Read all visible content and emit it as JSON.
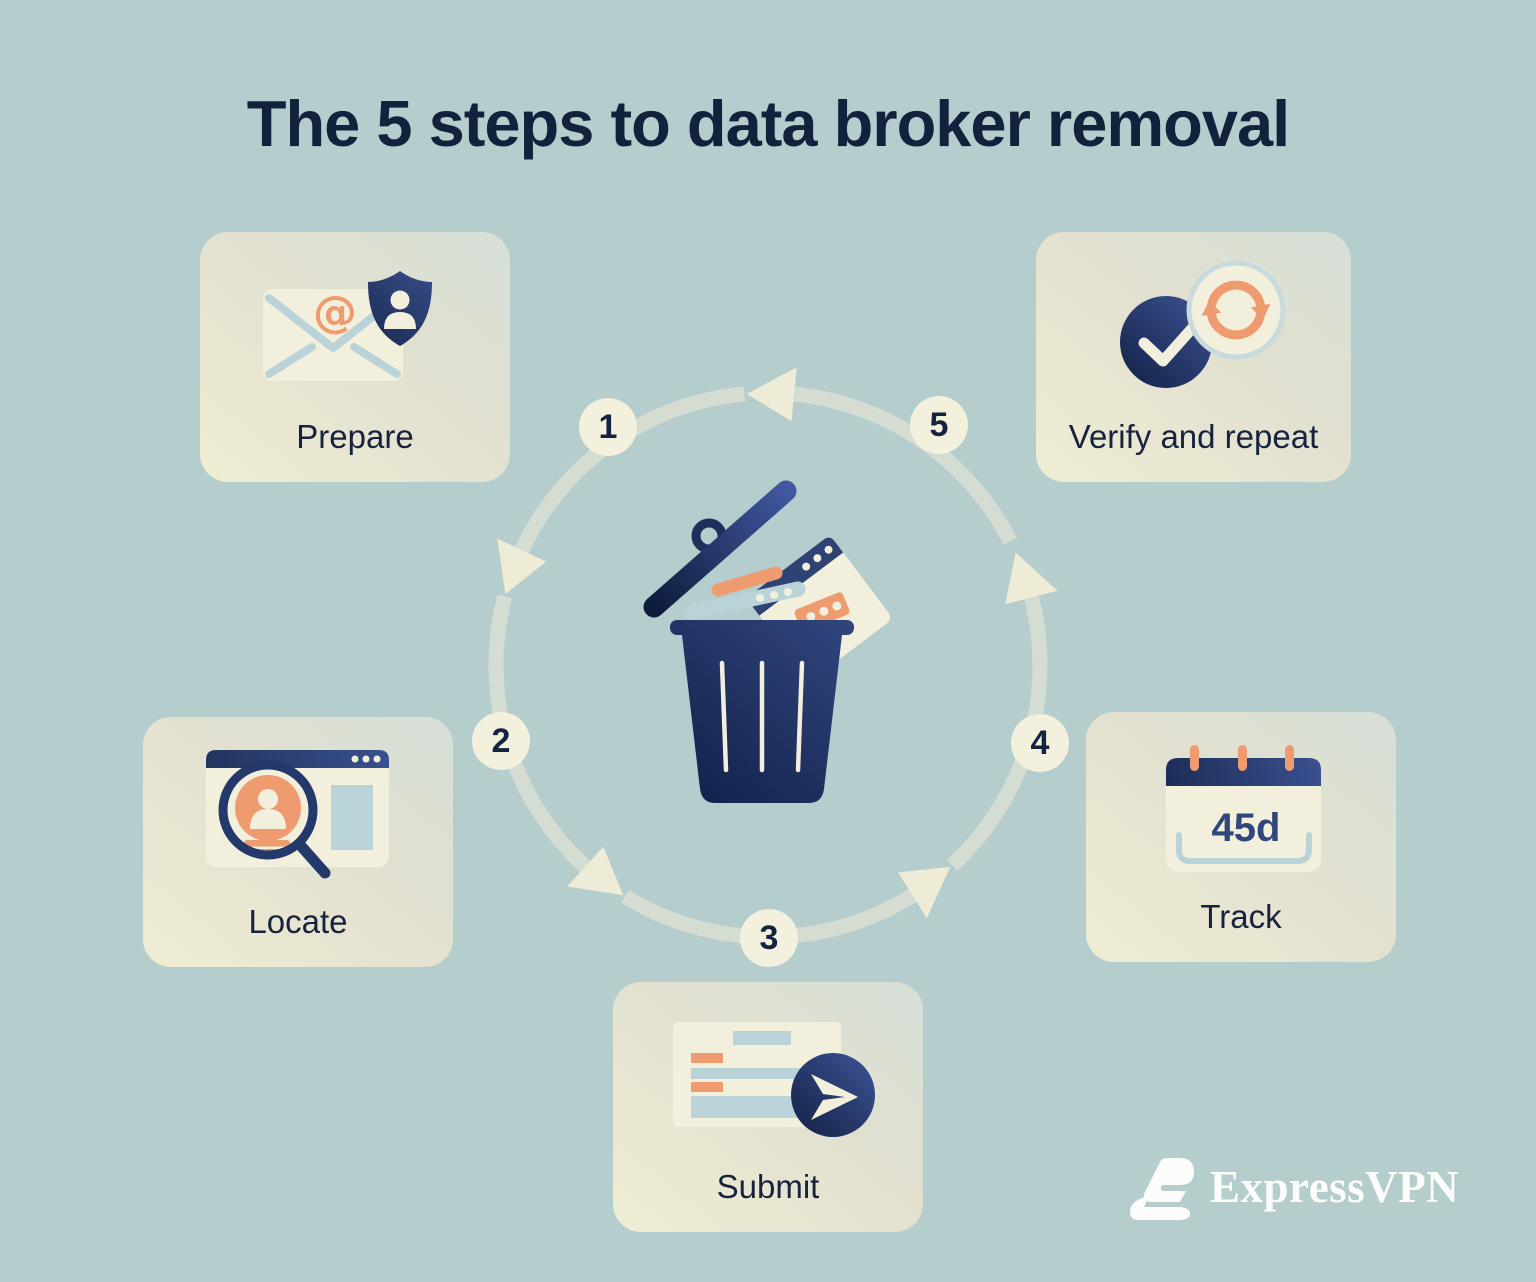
{
  "header": {
    "title": "The 5 steps to data broker removal"
  },
  "cycle": {
    "direction": "counterclockwise",
    "center_icon": "trash-can-discarded-data",
    "steps": [
      {
        "number": "1",
        "label": "Prepare",
        "icon": "envelope-privacy-shield"
      },
      {
        "number": "2",
        "label": "Locate",
        "icon": "browser-profile-search"
      },
      {
        "number": "3",
        "label": "Submit",
        "icon": "request-form-send"
      },
      {
        "number": "4",
        "label": "Track",
        "icon": "calendar-deadline",
        "calendar_value": "45d"
      },
      {
        "number": "5",
        "label": "Verify and repeat",
        "icon": "checkmark-refresh"
      }
    ]
  },
  "icons": {
    "at_symbol": "@"
  },
  "brand": {
    "name": "ExpressVPN"
  },
  "colors": {
    "background": "#b6cdce",
    "card_gradient_top_right": "#d6dfd7",
    "card_gradient_bottom_left": "#f0edd4",
    "navy_dark": "#13223c",
    "navy": "#2e4374",
    "cream": "#f2efdc",
    "orange": "#ef9b70",
    "light_blue": "#b9d3d9",
    "arc_band": "rgba(238,235,214,0.55)"
  }
}
